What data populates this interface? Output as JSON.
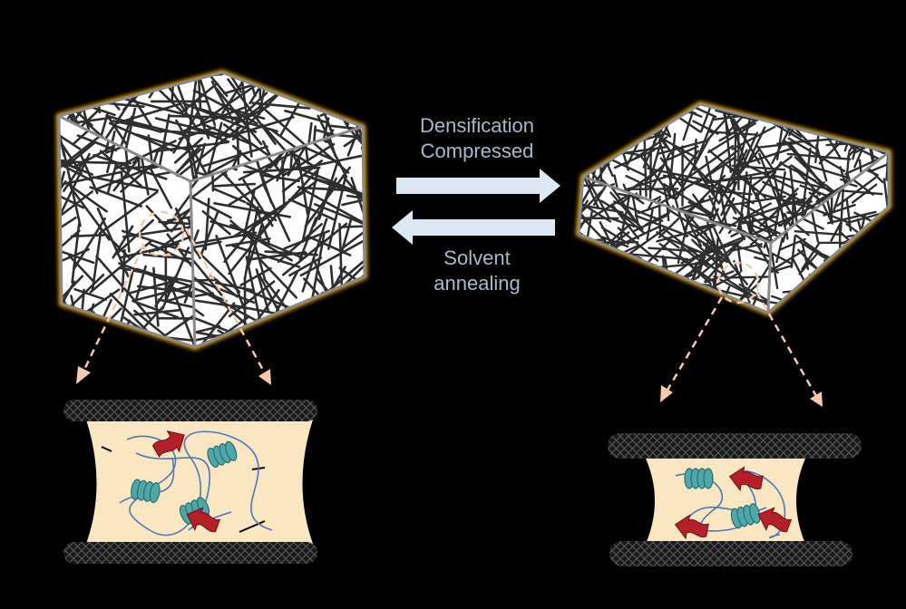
{
  "labels": {
    "forward_line1": "Densification",
    "forward_line2": "Compressed",
    "reverse_line1": "Solvent",
    "reverse_line2": "annealing"
  },
  "colors": {
    "background": "#000000",
    "label_text": "#a8b8cc",
    "process_arrow": "#dde6f3",
    "block_edge": "#8a8a8a",
    "block_glow": "#f5b000",
    "fiber": "#2e2e2e",
    "matrix": "#fbe6c2",
    "zoom_arrow": "#f6c8ad",
    "protein_helix": "#4ea7a8",
    "protein_sheet": "#b3202a",
    "polymer_chain": "#4d79b8",
    "nanotube": "#303030"
  },
  "icons": {
    "fiber_network": "fiber-network-icon",
    "helix": "alpha-helix-icon",
    "sheet": "beta-sheet-arrow-icon",
    "nanotube": "carbon-nanotube-icon"
  }
}
